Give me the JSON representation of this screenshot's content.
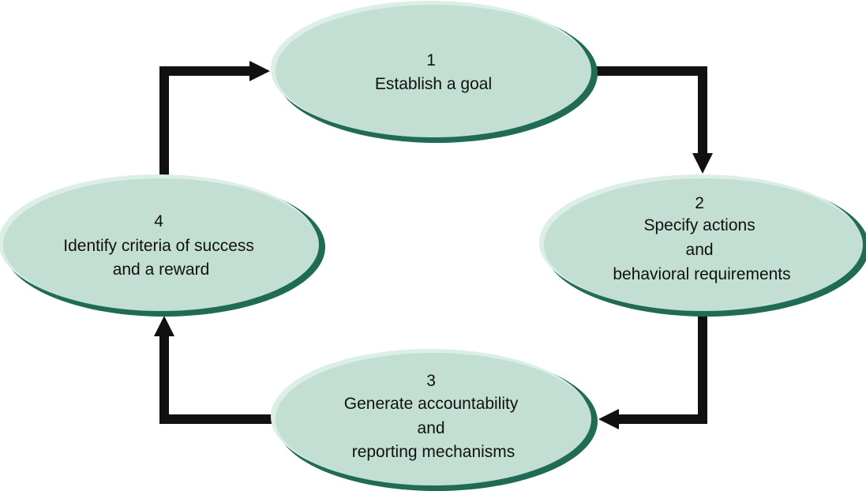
{
  "diagram": {
    "type": "cycle",
    "colors": {
      "ellipse_fill": "#c3ded2",
      "ellipse_highlight": "#dcefe6",
      "ellipse_shadow": "#1f6b55",
      "arrow": "#111111",
      "text": "#111111"
    },
    "nodes": [
      {
        "number": "1",
        "lines": [
          "Establish a goal"
        ]
      },
      {
        "number": "2",
        "lines": [
          "Specify actions",
          "and",
          "behavioral requirements"
        ]
      },
      {
        "number": "3",
        "lines": [
          "Generate accountability",
          "and",
          "reporting mechanisms"
        ]
      },
      {
        "number": "4",
        "lines": [
          "Identify criteria of success",
          "and a reward"
        ]
      }
    ],
    "edges": [
      {
        "from": "1",
        "to": "2"
      },
      {
        "from": "2",
        "to": "3"
      },
      {
        "from": "3",
        "to": "4"
      },
      {
        "from": "4",
        "to": "1"
      }
    ]
  }
}
